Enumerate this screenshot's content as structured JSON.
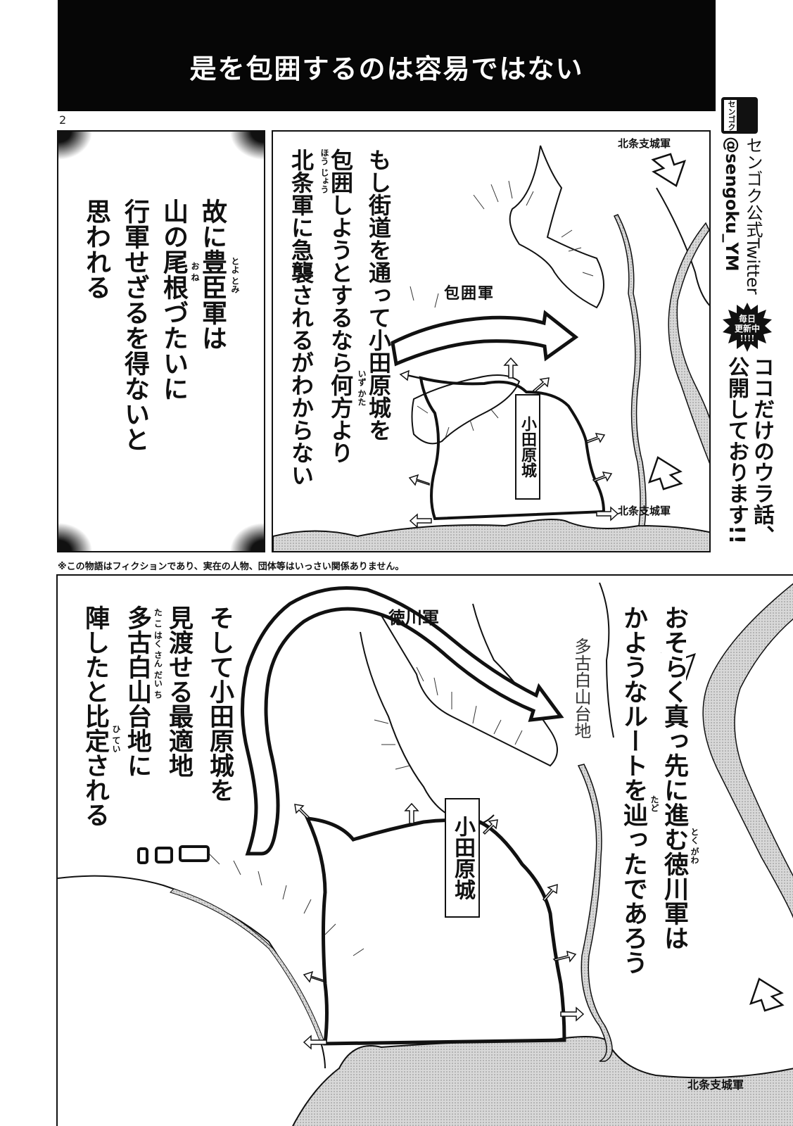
{
  "header": {
    "title": "是を包囲するのは容易ではない",
    "page_number": "2"
  },
  "panel1": {
    "caption_lines": [
      "故に豊臣軍は",
      "山の尾根づたいに",
      "行軍せざるを得ないと",
      "思われる"
    ],
    "ruby": {
      "toyotomi": "とよ とみ",
      "one": "お ね"
    }
  },
  "panel2": {
    "caption_lines": [
      "もし街道を通って小田原城を",
      "包囲しようとするなら何方より",
      "北条軍に急襲されるがわからない"
    ],
    "ruby": {
      "hojo": "ほう じょう",
      "izukata": "いず かた"
    },
    "labels": {
      "siege_army": "包囲軍",
      "castle": "小田原城",
      "branch_army_top": "北条支城軍",
      "branch_army_bottom": "北条支城軍"
    }
  },
  "promo": {
    "logo_text": "センゴク",
    "twitter_label": "センゴク公式Twitter",
    "handle": "@sengoku_YM",
    "burst_text": [
      "毎日",
      "更新中",
      "!!!!"
    ],
    "cta_line1": "ココだけのウラ話、",
    "cta_line2": "公開しております!!"
  },
  "disclaimer": "※この物語はフィクションであり、実在の人物、団体等はいっさい関係ありません。",
  "panel3": {
    "left_caption_lines": [
      "そして小田原城を",
      "見渡せる最適地",
      "多古白山台地に",
      "陣したと比定される"
    ],
    "left_ruby": {
      "takohakusandaichi": "た こ はく さん だい ち",
      "hitei": "ひ てい"
    },
    "right_caption_lines": [
      "おそらく真っ先に進む徳川軍は",
      "かようなルートを辿ったであろう"
    ],
    "right_ruby": {
      "tokugawa": "とく がわ",
      "tado": "たど"
    },
    "labels": {
      "tokugawa_army": "徳川軍",
      "plateau": "多古白山台地",
      "castle": "小田原城",
      "branch_army": "北条支城軍"
    }
  }
}
